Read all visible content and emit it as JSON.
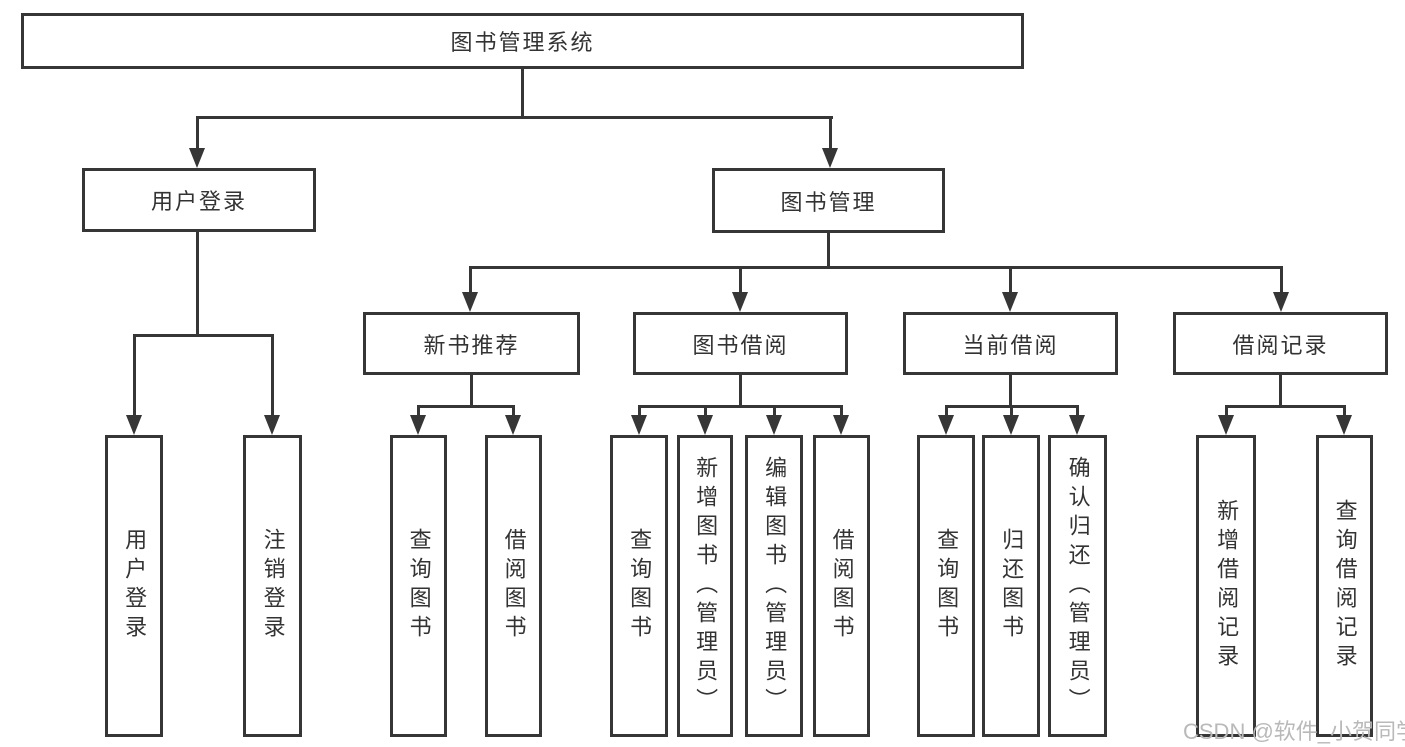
{
  "diagram": {
    "root": {
      "label": "图书管理系统"
    },
    "level2": [
      {
        "label": "用户登录"
      },
      {
        "label": "图书管理"
      }
    ],
    "level3": [
      {
        "label": "新书推荐"
      },
      {
        "label": "图书借阅"
      },
      {
        "label": "当前借阅"
      },
      {
        "label": "借阅记录"
      }
    ],
    "leaves": {
      "user_login": [
        {
          "label": "用户登录"
        },
        {
          "label": "注销登录"
        }
      ],
      "new_book": [
        {
          "label": "查询图书"
        },
        {
          "label": "借阅图书"
        }
      ],
      "book_borrow": [
        {
          "label": "查询图书"
        },
        {
          "label": "新增图书（管理员）"
        },
        {
          "label": "编辑图书（管理员）"
        },
        {
          "label": "借阅图书"
        }
      ],
      "current_borrow": [
        {
          "label": "查询图书"
        },
        {
          "label": "归还图书"
        },
        {
          "label": "确认归还（管理员）"
        }
      ],
      "borrow_records": [
        {
          "label": "新增借阅记录"
        },
        {
          "label": "查询借阅记录"
        }
      ]
    }
  },
  "watermark": {
    "text": "CSDN @软件_小贺同学"
  },
  "colors": {
    "line": "#363636",
    "text": "#333333",
    "watermark": "#b9b9b9",
    "background": "#ffffff"
  }
}
